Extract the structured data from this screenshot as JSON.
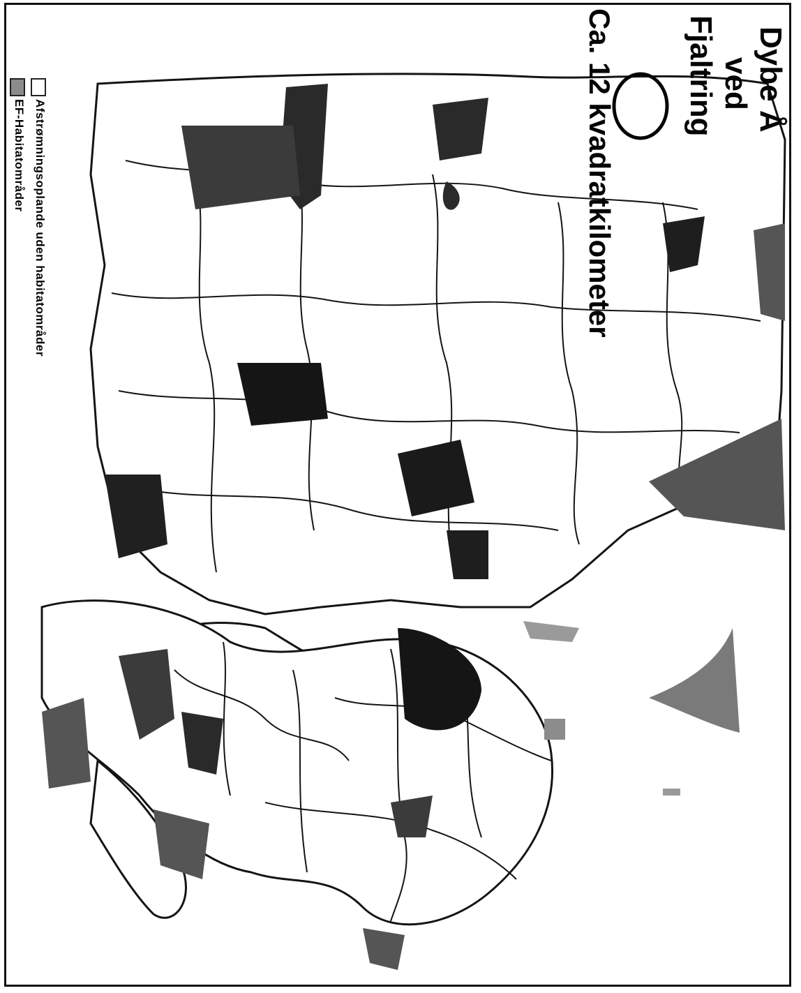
{
  "map": {
    "title_lines": [
      "Dybe Å",
      "ved",
      "Fjaltring"
    ],
    "area_label": "Ca. 12 kvadratkilometer",
    "legend": [
      {
        "label": "Afstrømningsoplande uden habitatområder",
        "color": "#ffffff"
      },
      {
        "label": "EF-Habitatområder",
        "color": "#8c8c8c"
      }
    ],
    "colors": {
      "habitat_dark": "#1e1e1e",
      "habitat_mid": "#555555",
      "habitat_light": "#9a9a9a",
      "border": "#141414",
      "land": "#ffffff"
    }
  }
}
